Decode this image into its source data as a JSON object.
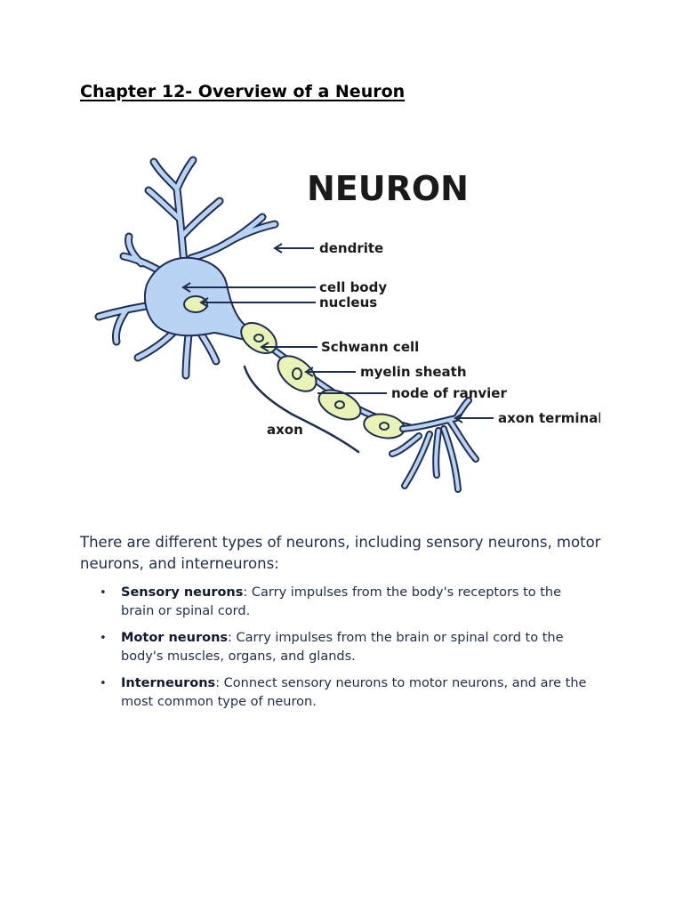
{
  "document": {
    "title": "Chapter 12- Overview of a Neuron",
    "figure": {
      "heading": "NEURON",
      "labels": {
        "dendrite": "dendrite",
        "cell_body": "cell body",
        "nucleus": "nucleus",
        "schwann_cell": "Schwann cell",
        "myelin_sheath": "myelin sheath",
        "node_of_ranvier": "node of ranvier",
        "axon_terminal": "axon terminal",
        "axon": "axon"
      },
      "colors": {
        "neuron_fill": "#b9d3f5",
        "neuron_outline": "#1f2f4f",
        "schwann_fill": "#e9f3b6"
      }
    },
    "intro": "There are different types of neurons, including sensory neurons, motor neurons, and interneurons:",
    "bullets": [
      {
        "term": "Sensory neurons",
        "text": ": Carry impulses from the body's receptors to the brain or spinal cord."
      },
      {
        "term": "Motor neurons",
        "text": ": Carry impulses from the brain or spinal cord to the body's muscles, organs, and glands."
      },
      {
        "term": "Interneurons",
        "text": ": Connect sensory neurons to motor neurons, and are the most common type of neuron."
      }
    ],
    "bullet_glyph": "•"
  }
}
